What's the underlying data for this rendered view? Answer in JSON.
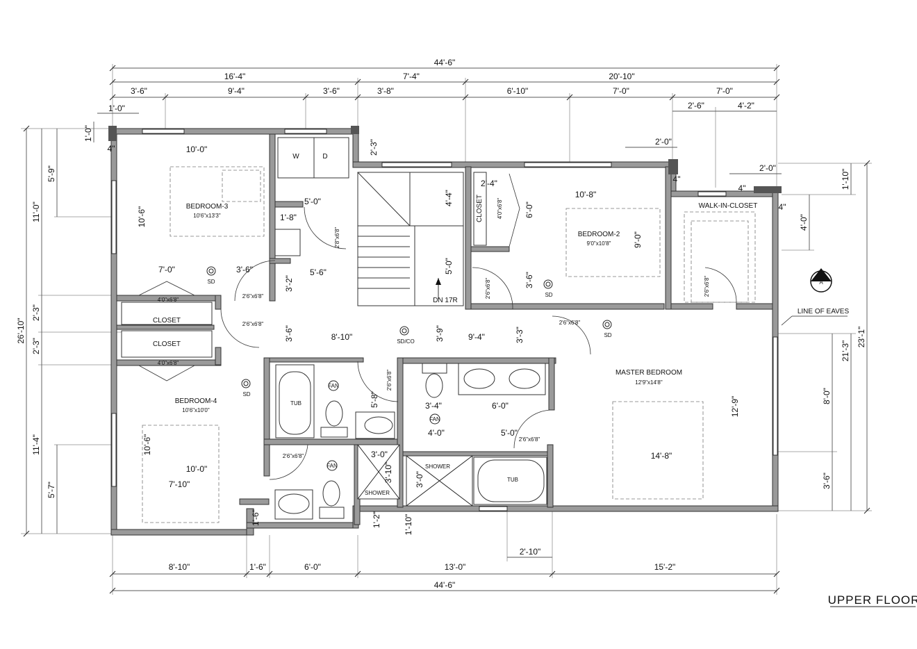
{
  "dimensions": {
    "top_total": "44'-6\"",
    "top_16_4": "16'-4\"",
    "top_7_4": "7'-4\"",
    "top_20_10": "20'-10\"",
    "top_3_6a": "3'-6\"",
    "top_9_4": "9'-4\"",
    "top_3_6b": "3'-6\"",
    "top_3_8": "3'-8\"",
    "top_6_10": "6'-10\"",
    "top_7_0a": "7'-0\"",
    "top_7_0b": "7'-0\"",
    "top_2_6": "2'-6\"",
    "top_4_2": "4'-2\"",
    "top_1_0": "1'-0\"",
    "top_2_0a": "2'-0\"",
    "top_2_0b": "2'-0\"",
    "left_26_10": "26'-10\"",
    "left_11_0": "11'-0\"",
    "left_5_9": "5'-9\"",
    "left_1_0": "1'-0\"",
    "left_2_3a": "2'-3\"",
    "left_2_3b": "2'-3\"",
    "left_11_4": "11'-4\"",
    "left_5_7": "5'-7\"",
    "left_4": "4\"",
    "right_23_1": "23'-1\"",
    "right_1_10": "1'-10\"",
    "right_4_0": "4'-0\"",
    "right_21_3": "21'-3\"",
    "right_8_0": "8'-0\"",
    "right_3_6": "3'-6\"",
    "right_4a": "4\"",
    "right_4b": "4\"",
    "right_4c": "4\"",
    "bot_8_10": "8'-10\"",
    "bot_1_6": "1'-6\"",
    "bot_6_0": "6'-0\"",
    "bot_13_0": "13'-0\"",
    "bot_15_2": "15'-2\"",
    "bot_total": "44'-6\"",
    "bot_2_10": "2'-10\"",
    "bot_1_6b": "1'-6\"",
    "bot_1_2": "1'-2\"",
    "bot_1_10": "1'-10\"",
    "in_10_0a": "10'-0\"",
    "in_10_6a": "10'-6\"",
    "in_2_3": "2'-3\"",
    "in_5_0": "5'-0\"",
    "in_1_8": "1'-8\"",
    "in_7_0": "7'-0\"",
    "in_3_6": "3'-6\"",
    "in_5_6": "5'-6\"",
    "in_3_2": "3'-2\"",
    "in_3_6b": "3'-6\"",
    "in_8_10": "8'-10\"",
    "in_3_9": "3'-9\"",
    "in_9_4": "9'-4\"",
    "in_3_3": "3'-3\"",
    "in_4_4": "4'-4\"",
    "in_5_0b": "5'-0\"",
    "in_2_4": "2'-4\"",
    "in_10_8": "10'-8\"",
    "in_6_0": "6'-0\"",
    "in_9_0": "9'-0\"",
    "in_3_6c": "3'-6\"",
    "in_10_6b": "10'-6\"",
    "in_10_0b": "10'-0\"",
    "in_7_10": "7'-10\"",
    "in_5_8": "5'-8\"",
    "in_3_4": "3'-4\"",
    "in_6_0b": "6'-0\"",
    "in_4_0": "4'-0\"",
    "in_5_0c": "5'-0\"",
    "in_3_0a": "3'-0\"",
    "in_3_10": "3'-10\"",
    "in_3_0b": "3'-0\"",
    "in_12_9": "12'-9\"",
    "in_14_8": "14'-8\""
  },
  "rooms": {
    "bedroom3": {
      "name": "BEDROOM-3",
      "size": "10'6\"x13'3\""
    },
    "bedroom2": {
      "name": "BEDROOM-2",
      "size": "9'0\"x10'8\""
    },
    "bedroom4": {
      "name": "BEDROOM-4",
      "size": "10'6\"x10'0\""
    },
    "master": {
      "name": "MASTER BEDROOM",
      "size": "12'9\"x14'8\""
    },
    "closet1": "CLOSET",
    "closet2": "CLOSET",
    "closet_b2": "CLOSET",
    "walkin": "WALK-IN-CLOSET",
    "tub1": "TUB",
    "tub2": "TUB",
    "shower1": "SHOWER",
    "shower2": "SHOWER",
    "washer": "W",
    "dryer": "D"
  },
  "doors": {
    "d_closet_top": "4'0\"x6'8\"",
    "d_closet_bot": "4'0\"x6'8\"",
    "d_b3": "2'6\"x6'8\"",
    "d_hall1": "2'6\"x6'8\"",
    "d_laundry": "2'8\"x6'8\"",
    "d_b2": "2'6\"x6'8\"",
    "d_b2closet": "4'0\"x6'8\"",
    "d_walkin": "2'6\"x6'8\"",
    "d_master": "2'6\"x6'8\"",
    "d_bath1": "2'6\"x6'8\"",
    "d_bath2": "2'6\"x6'8\"",
    "d_bath_b4": "2'6\"x6'8\"",
    "d_ensuite": "2'6\"x6'8\""
  },
  "symbols": {
    "sd": "SD",
    "sdco": "SD/CO",
    "fan": "FAN",
    "stair": "DN 17R",
    "section": "A",
    "eaves": "LINE OF EAVES"
  },
  "title": "UPPER FLOOR"
}
